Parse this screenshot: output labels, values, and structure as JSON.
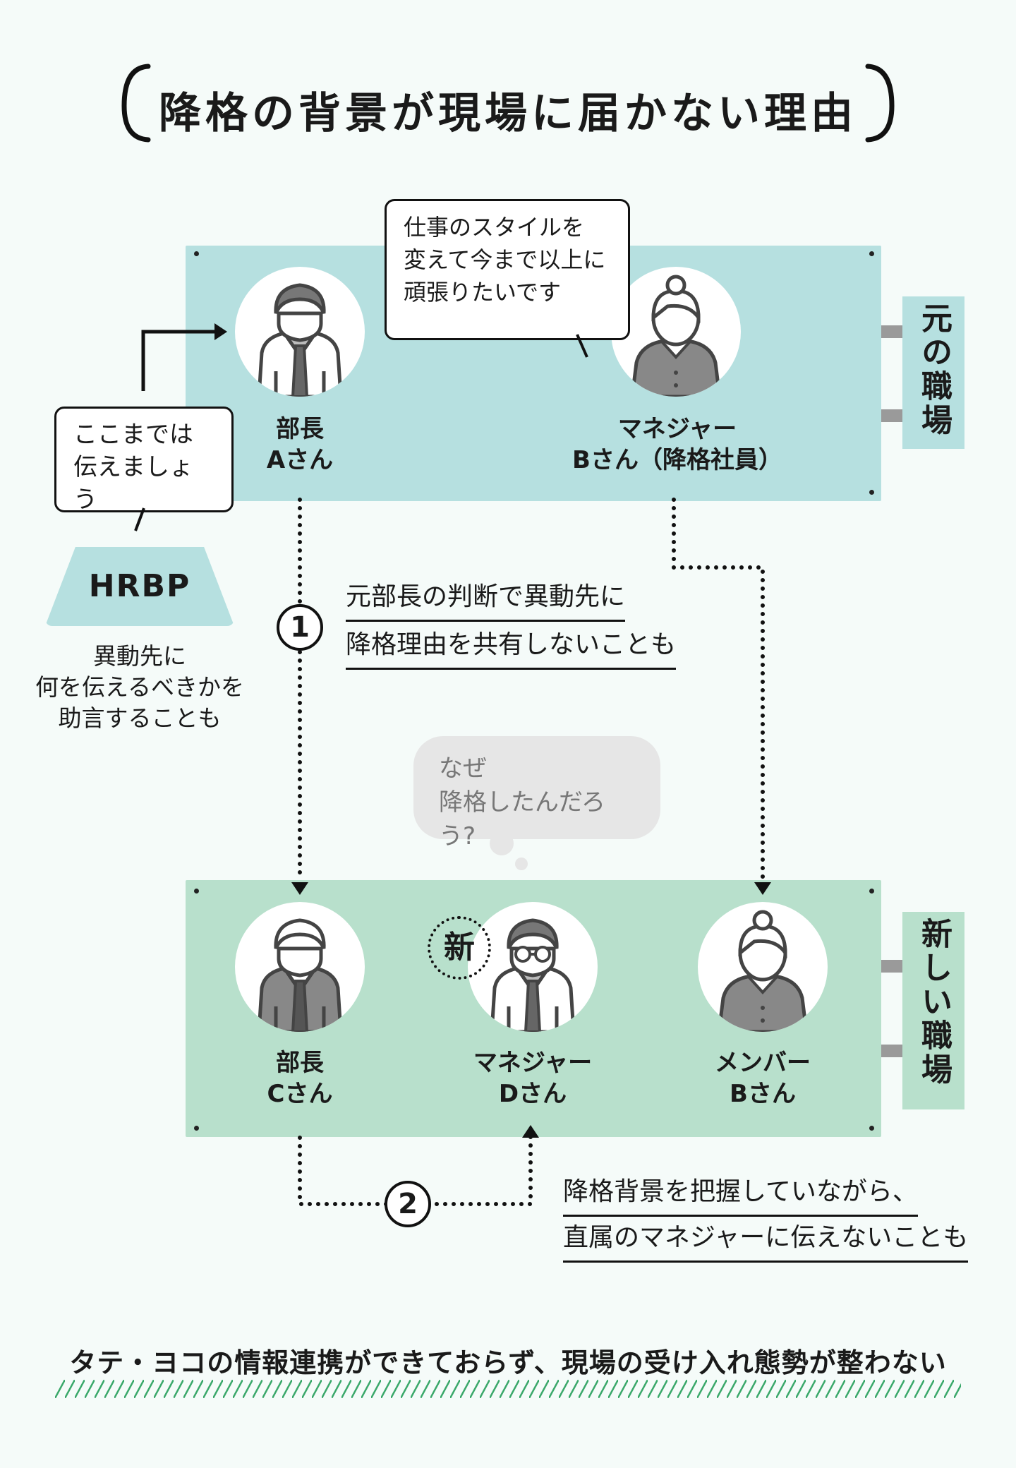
{
  "title": "降格の背景が現場に届かない理由",
  "old_workplace": {
    "label": "元の職場",
    "people": [
      {
        "role": "部長",
        "name": "Aさん"
      },
      {
        "role": "マネジャー",
        "name": "Bさん（降格社員）"
      }
    ],
    "speech_bubble": [
      "仕事のスタイルを",
      "変えて今まで以上に",
      "頑張りたいです"
    ]
  },
  "hrbp": {
    "label": "HRBP",
    "speech_bubble": [
      "ここまでは",
      "伝えましょう"
    ],
    "caption": [
      "異動先に",
      "何を伝えるべきかを",
      "助言することも"
    ]
  },
  "step1": {
    "number": "1",
    "text_lines": [
      "元部長の判断で異動先に",
      "降格理由を共有しないことも"
    ]
  },
  "thought": [
    "なぜ",
    "降格したんだろう?"
  ],
  "new_workplace": {
    "label": "新しい職場",
    "badge": "新",
    "people": [
      {
        "role": "部長",
        "name": "Cさん"
      },
      {
        "role": "マネジャー",
        "name": "Dさん"
      },
      {
        "role": "メンバー",
        "name": "Bさん"
      }
    ]
  },
  "step2": {
    "number": "2",
    "text_lines": [
      "降格背景を把握していながら、",
      "直属のマネジャーに伝えないことも"
    ]
  },
  "footer": "タテ・ヨコの情報連携ができておらず、現場の受け入れ態勢が整わない",
  "colors": {
    "old_panel": "#b6e0e0",
    "new_panel": "#b8e0cc",
    "footer_hatch": "#3aa86a",
    "background": "#f5fbf9"
  },
  "icons": [
    "male-manager-icon",
    "female-employee-icon",
    "male-glasses-icon"
  ]
}
